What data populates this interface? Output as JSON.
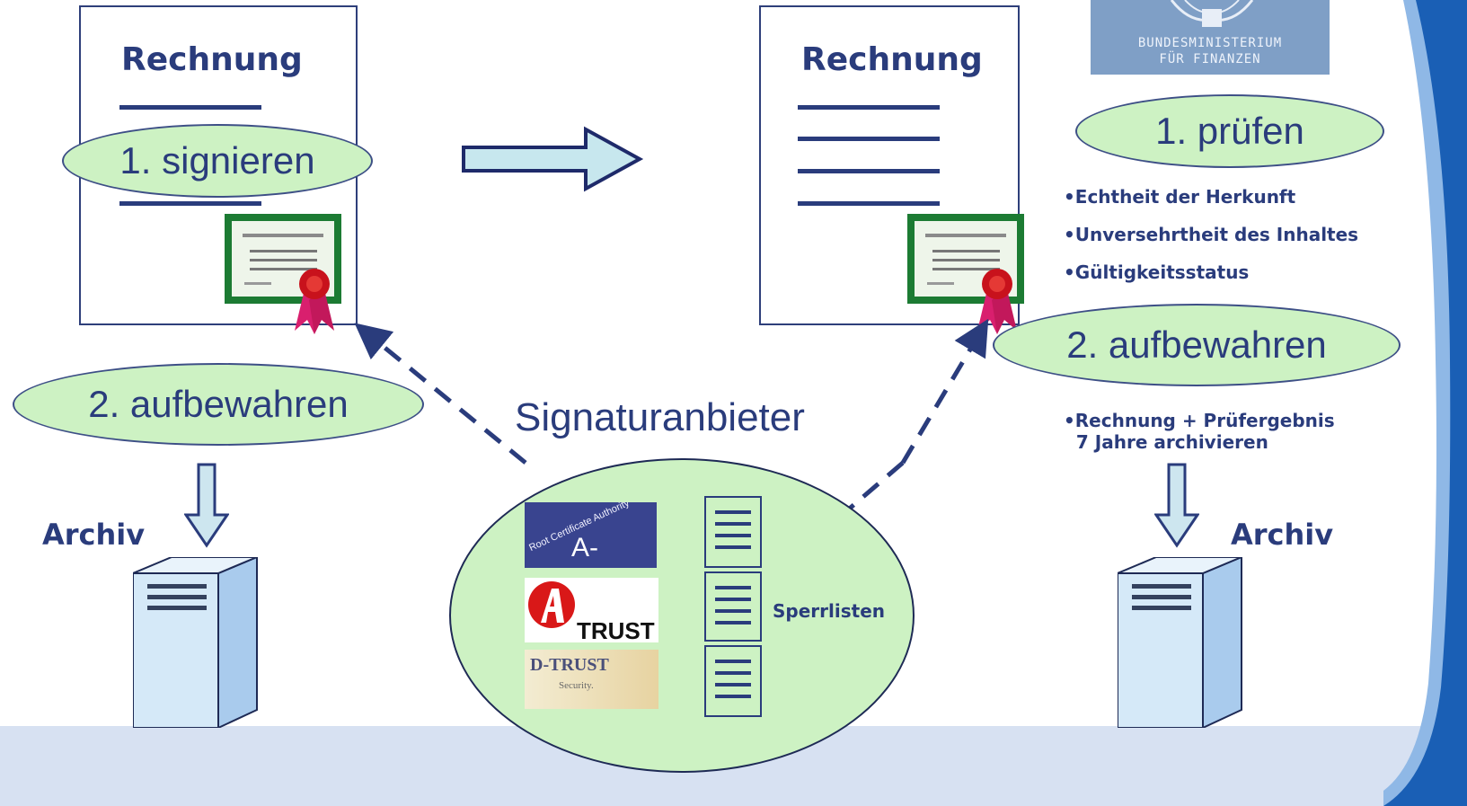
{
  "left_invoice": {
    "title": "Rechnung",
    "step1": "1. signieren",
    "step2": "2.  aufbewahren",
    "archive": "Archiv"
  },
  "right_invoice": {
    "title": "Rechnung",
    "step1": "1. prüfen",
    "step2": "2.  aufbewahren",
    "archive": "Archiv"
  },
  "ministry_logo": {
    "line1": "BUNDESMINISTERIUM",
    "line2": "FÜR FINANZEN"
  },
  "check_points": [
    "•Echtheit der Herkunft",
    "•Unversehrtheit des Inhaltes",
    "•Gültigkeitsstatus"
  ],
  "archive_note": "•Rechnung + Prüfergebnis\n  7 Jahre archivieren",
  "provider": {
    "title": "Signaturanbieter",
    "revocation_label": "Sperrlisten",
    "logos": {
      "acert_small": "Root Certificate Authority",
      "acert_big": "A-CERT",
      "atrust": "TRUST",
      "dtrust": "D-TRUST",
      "dtrust_sub": "Security."
    }
  },
  "colors": {
    "navy": "#2a3c7c",
    "oval_fill": "#cdf2c3",
    "bottom_band": "#d7e1f2",
    "corner": "#1a5fb5"
  }
}
